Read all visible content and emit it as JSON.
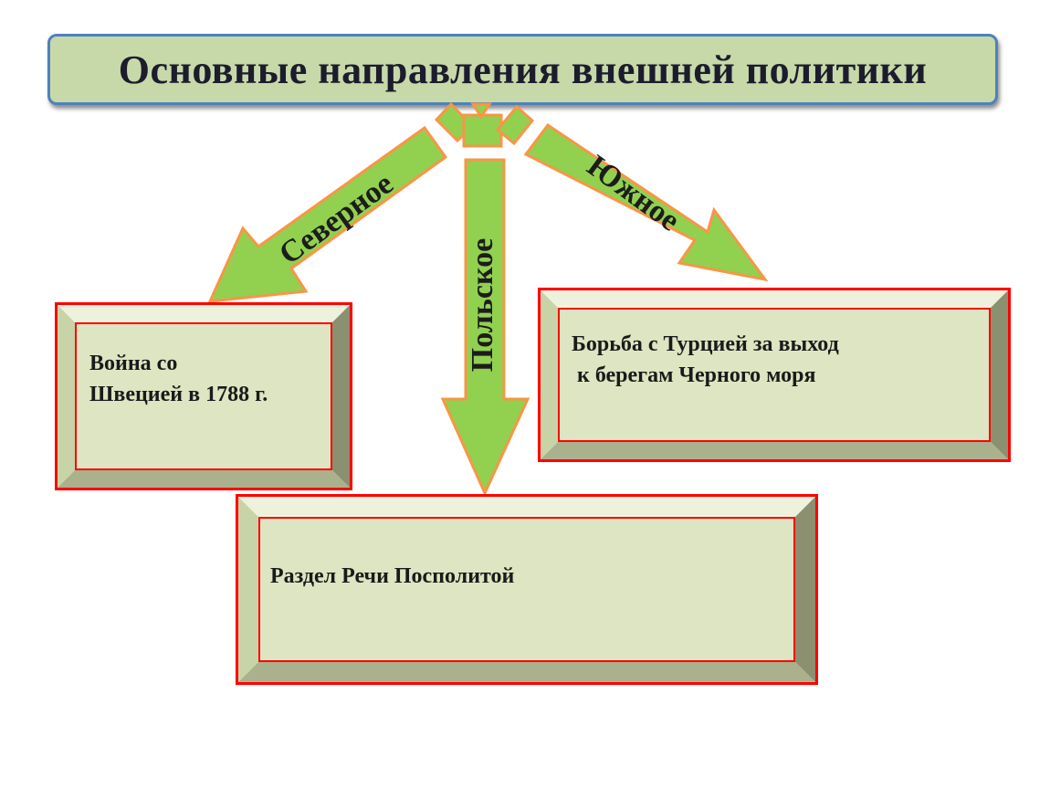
{
  "title": "Основные направления внешней политики",
  "directions": [
    {
      "label": "Северное",
      "box_text": "Война со\nШвецией в 1788 г."
    },
    {
      "label": "Польское",
      "box_text": "Раздел Речи Посполитой"
    },
    {
      "label": "Южное",
      "box_text": "Борьба с Турцией за выход\n к берегам Черного моря"
    }
  ],
  "colors": {
    "arrow_fill": "#92d050",
    "arrow_stroke": "#f79646",
    "box_face": "#dde5c2",
    "box_border": "#ff0000",
    "title_fill": "#c7d9a8",
    "title_border": "#4f81bd"
  }
}
